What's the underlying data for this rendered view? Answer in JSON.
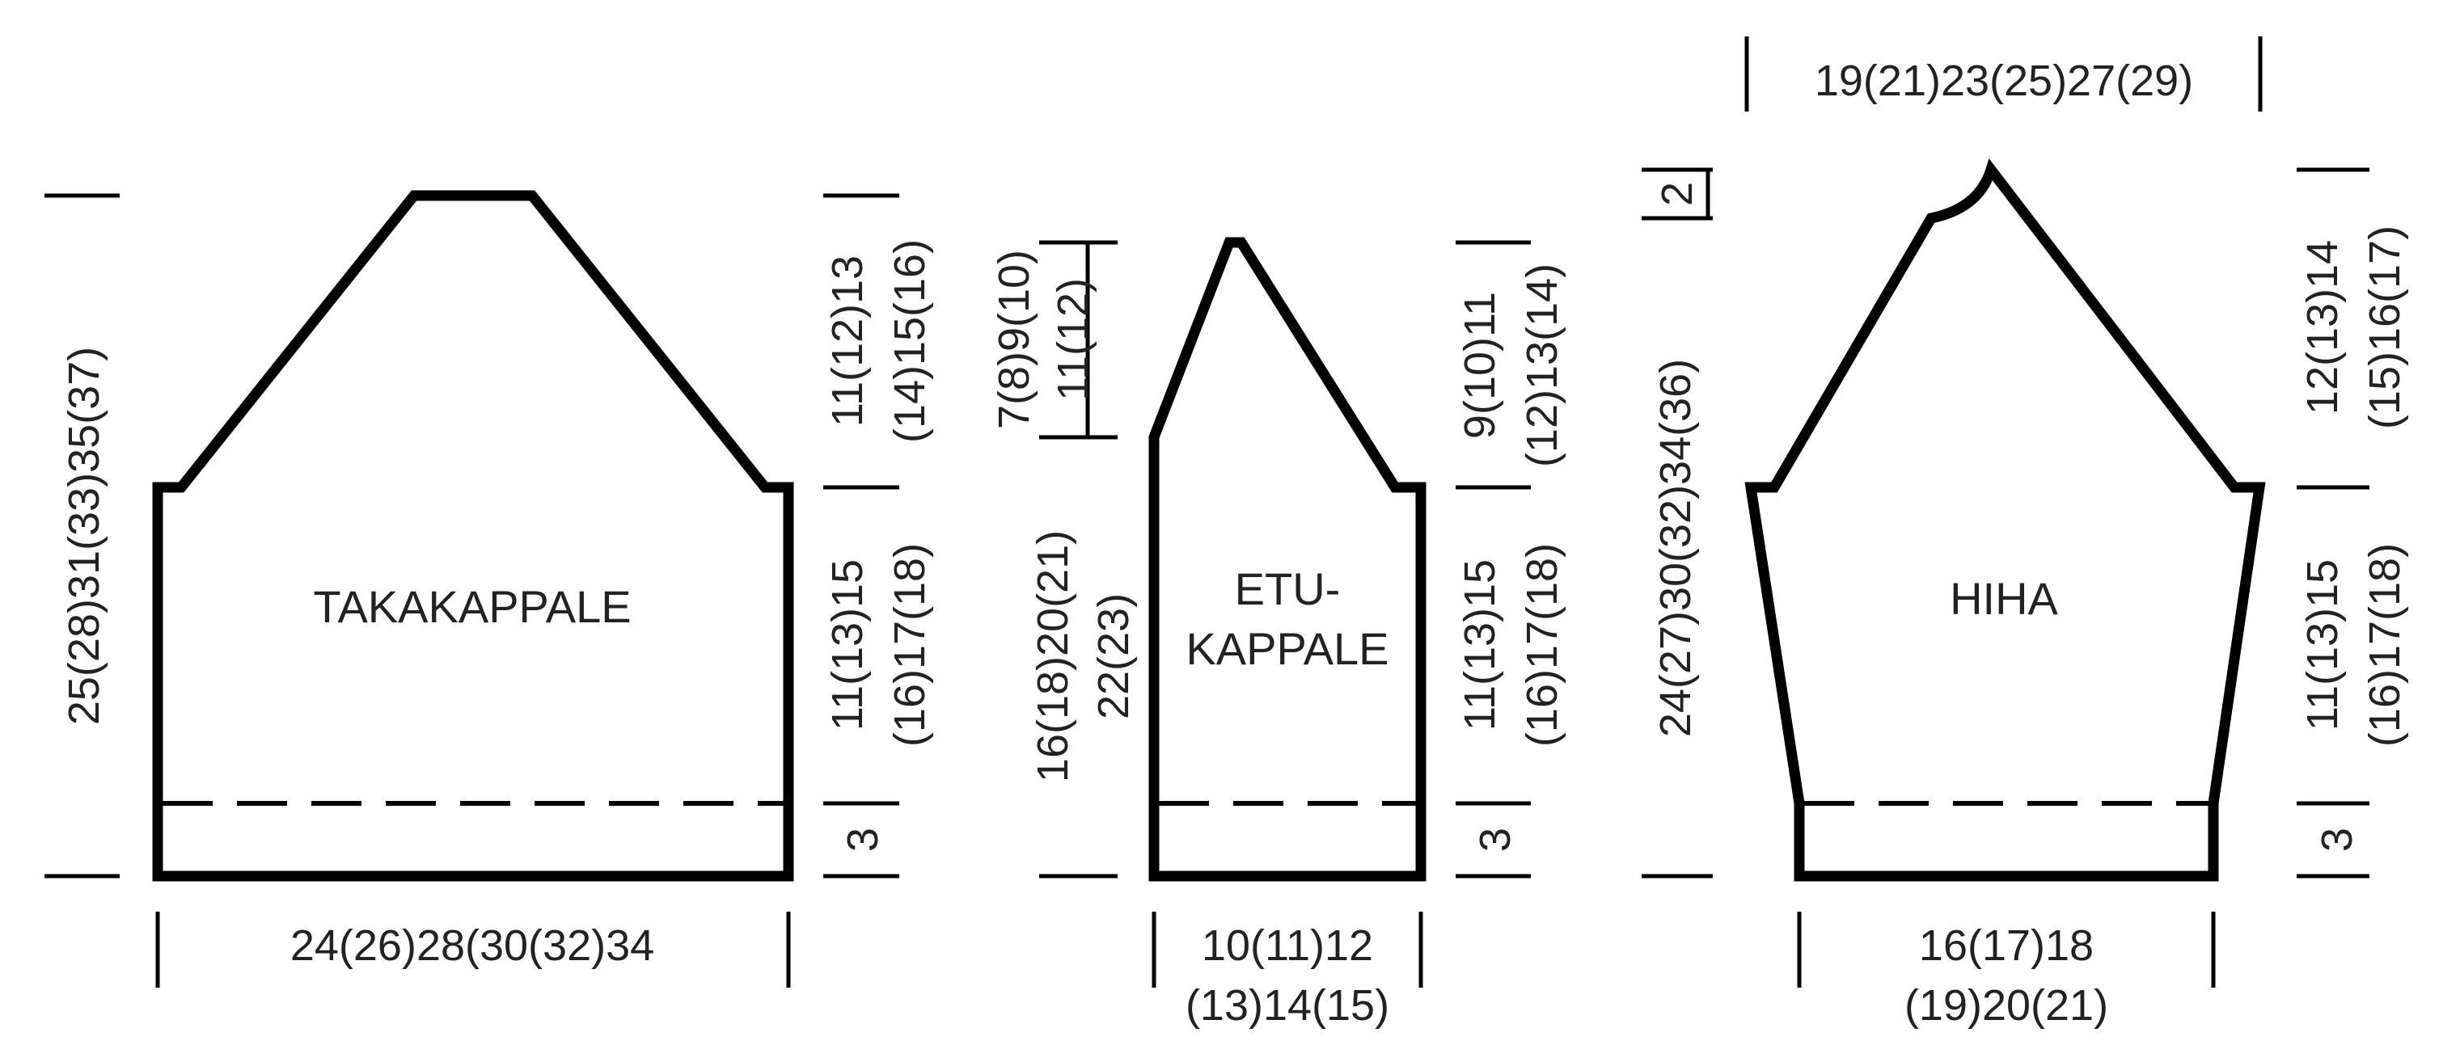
{
  "pieces": {
    "back": {
      "label": "TAKAKAPPALE",
      "total_height": "25(28)31(33)35(37)",
      "yoke_height": "11(12)13",
      "yoke_height_2": "(14)15(16)",
      "body_height": "11(13)15",
      "body_height_2": "(16)17(18)",
      "rib_height": "3",
      "width": "24(26)28(30(32)34"
    },
    "front": {
      "label_1": "ETU-",
      "label_2": "KAPPALE",
      "neck_height": "7(8)9(10)",
      "neck_height_2": "11(12)",
      "side_height": "16(18)20(21)",
      "side_height_2": "22(23)",
      "yoke_height": "9(10)11",
      "yoke_height_2": "(12)13(14)",
      "body_height": "11(13)15",
      "body_height_2": "(16)17(18)",
      "rib_height": "3",
      "width": "10(11)12",
      "width_2": "(13)14(15)"
    },
    "sleeve": {
      "label": "HIHA",
      "top_width": "19(21)23(25)27(29)",
      "top_offset": "2",
      "total_height": "24(27)30(32)34(36)",
      "raglan_height": "12(13)14",
      "raglan_height_2": "(15)16(17)",
      "body_height": "11(13)15",
      "body_height_2": "(16)17(18)",
      "rib_height": "3",
      "width": "16(17)18",
      "width_2": "(19)20(21)"
    }
  }
}
